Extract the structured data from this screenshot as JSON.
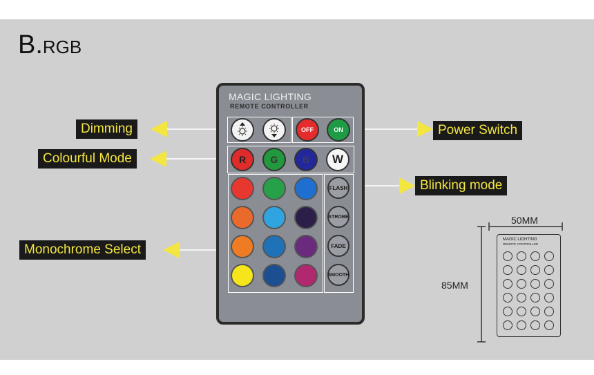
{
  "title": {
    "letter": "B.",
    "rest": "RGB"
  },
  "remote": {
    "brand": "MAGIC LIGHTING",
    "subtitle": "REMOTE CONTROLLER"
  },
  "buttons": {
    "off": "OFF",
    "on": "ON",
    "r": "R",
    "g": "G",
    "b": "B",
    "w": "W",
    "flash": "FLASH",
    "strobe": "STROBE",
    "fade": "FADE",
    "smooth": "SMOOTH"
  },
  "callouts": {
    "dimming": "Dimming",
    "power_switch": "Power Switch",
    "colourful_mode": "Colourful Mode",
    "blinking_mode": "Blinking mode",
    "monochrome_select": "Monochrome Select"
  },
  "dimensions": {
    "width": "50MM",
    "height": "85MM"
  },
  "mini_remote": {
    "brand": "MAGIC LIGHTING",
    "subtitle": "REMOTE CONTROLLER"
  },
  "colors": {
    "background": "#d0d0d0",
    "label_bg": "#1a1a1a",
    "label_text": "#f4e640",
    "arrow": "#f4e640",
    "remote_body": "#8a8e94",
    "color_grid": [
      "#e8372f",
      "#27a04a",
      "#1e6fd0",
      "#ea6a2c",
      "#2fa4e0",
      "#2b1f4a",
      "#ef7c22",
      "#1f72b8",
      "#6a2a7e",
      "#f5e51a",
      "#1b4f92",
      "#b0286e"
    ]
  }
}
